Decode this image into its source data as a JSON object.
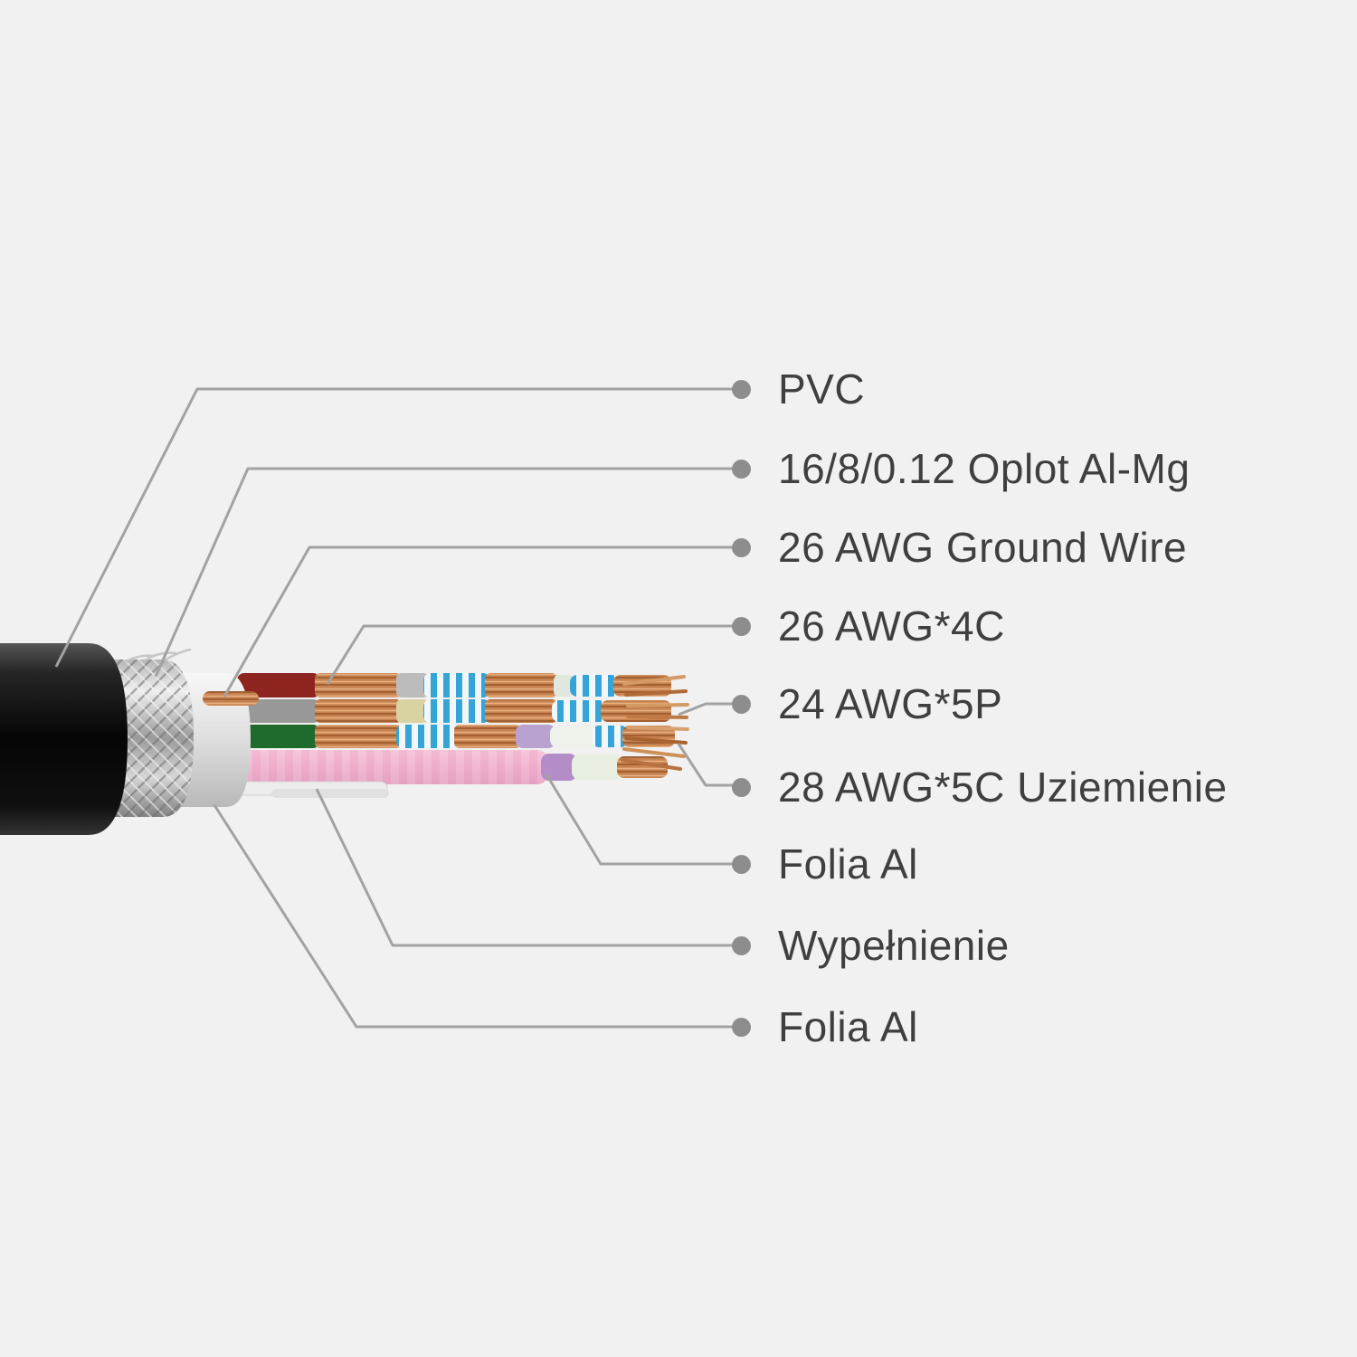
{
  "diagram": {
    "type": "cable-cross-section",
    "labels": [
      {
        "id": "pvc",
        "text": "PVC"
      },
      {
        "id": "braid",
        "text": "16/8/0.12 Oplot Al-Mg"
      },
      {
        "id": "ground-wire",
        "text": "26 AWG Ground Wire"
      },
      {
        "id": "awg26-4c",
        "text": "26 AWG*4C"
      },
      {
        "id": "awg24-5p",
        "text": "24 AWG*5P"
      },
      {
        "id": "awg28-5c",
        "text": "28 AWG*5C Uziemienie"
      },
      {
        "id": "foil-1",
        "text": "Folia Al"
      },
      {
        "id": "filler",
        "text": "Wypełnienie"
      },
      {
        "id": "foil-2",
        "text": "Folia Al"
      }
    ],
    "colors": {
      "background": "#f1f1f1",
      "text": "#3f3f3f",
      "bullet": "#8d8d8d",
      "leader_line": "#a2a2a2",
      "jacket_pvc": "#0a0a0a",
      "braid_silver": "#c9c9c9",
      "foil": "#e2e2e2",
      "copper": "#c8824f",
      "pink_wire": "#efadcb",
      "red_wire": "#8e2420",
      "gray_wire": "#989898",
      "green_wire": "#1f6b2e",
      "purple_wire": "#b48cc8",
      "blue_stripe": "#35a4d7"
    }
  }
}
